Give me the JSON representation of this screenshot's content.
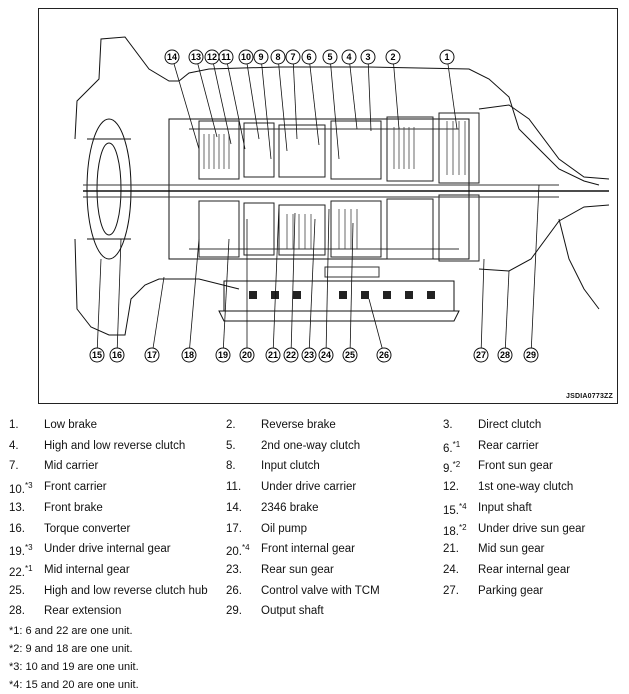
{
  "figure": {
    "code": "JSDIA0773ZZ",
    "top_callouts": [
      "14",
      "13",
      "12",
      "11",
      "10",
      "9",
      "8",
      "7",
      "6",
      "5",
      "4",
      "3",
      "2",
      "1"
    ],
    "bottom_callouts": [
      "15",
      "16",
      "17",
      "18",
      "19",
      "20",
      "21",
      "22",
      "23",
      "24",
      "25",
      "26",
      "27",
      "28",
      "29"
    ]
  },
  "legend": [
    [
      {
        "num": "1.",
        "mark": "",
        "name": "Low brake"
      },
      {
        "num": "2.",
        "mark": "",
        "name": "Reverse brake"
      },
      {
        "num": "3.",
        "mark": "",
        "name": "Direct clutch"
      }
    ],
    [
      {
        "num": "4.",
        "mark": "",
        "name": "High and low reverse clutch"
      },
      {
        "num": "5.",
        "mark": "",
        "name": "2nd one-way clutch"
      },
      {
        "num": "6.",
        "mark": "*1",
        "name": "Rear carrier"
      }
    ],
    [
      {
        "num": "7.",
        "mark": "",
        "name": "Mid carrier"
      },
      {
        "num": "8.",
        "mark": "",
        "name": "Input clutch"
      },
      {
        "num": "9.",
        "mark": "*2",
        "name": "Front sun gear"
      }
    ],
    [
      {
        "num": "10.",
        "mark": "*3",
        "name": "Front carrier"
      },
      {
        "num": "11.",
        "mark": "",
        "name": "Under drive carrier"
      },
      {
        "num": "12.",
        "mark": "",
        "name": "1st one-way clutch"
      }
    ],
    [
      {
        "num": "13.",
        "mark": "",
        "name": "Front brake"
      },
      {
        "num": "14.",
        "mark": "",
        "name": "2346 brake"
      },
      {
        "num": "15.",
        "mark": "*4",
        "name": "Input shaft"
      }
    ],
    [
      {
        "num": "16.",
        "mark": "",
        "name": "Torque converter"
      },
      {
        "num": "17.",
        "mark": "",
        "name": "Oil pump"
      },
      {
        "num": "18.",
        "mark": "*2",
        "name": "Under drive sun gear"
      }
    ],
    [
      {
        "num": "19.",
        "mark": "*3",
        "name": "Under drive internal gear"
      },
      {
        "num": "20.",
        "mark": "*4",
        "name": "Front internal gear"
      },
      {
        "num": "21.",
        "mark": "",
        "name": "Mid sun gear"
      }
    ],
    [
      {
        "num": "22.",
        "mark": "*1",
        "name": "Mid internal gear"
      },
      {
        "num": "23.",
        "mark": "",
        "name": "Rear sun gear"
      },
      {
        "num": "24.",
        "mark": "",
        "name": "Rear internal gear"
      }
    ],
    [
      {
        "num": "25.",
        "mark": "",
        "name": "High and low reverse clutch hub"
      },
      {
        "num": "26.",
        "mark": "",
        "name": "Control valve with TCM"
      },
      {
        "num": "27.",
        "mark": "",
        "name": "Parking gear"
      }
    ],
    [
      {
        "num": "28.",
        "mark": "",
        "name": "Rear extension"
      },
      {
        "num": "29.",
        "mark": "",
        "name": "Output shaft"
      }
    ]
  ],
  "notes": [
    "*1: 6 and 22 are one unit.",
    "*2: 9 and 18 are one unit.",
    "*3: 10 and 19 are one unit.",
    "*4: 15 and 20 are one unit."
  ]
}
